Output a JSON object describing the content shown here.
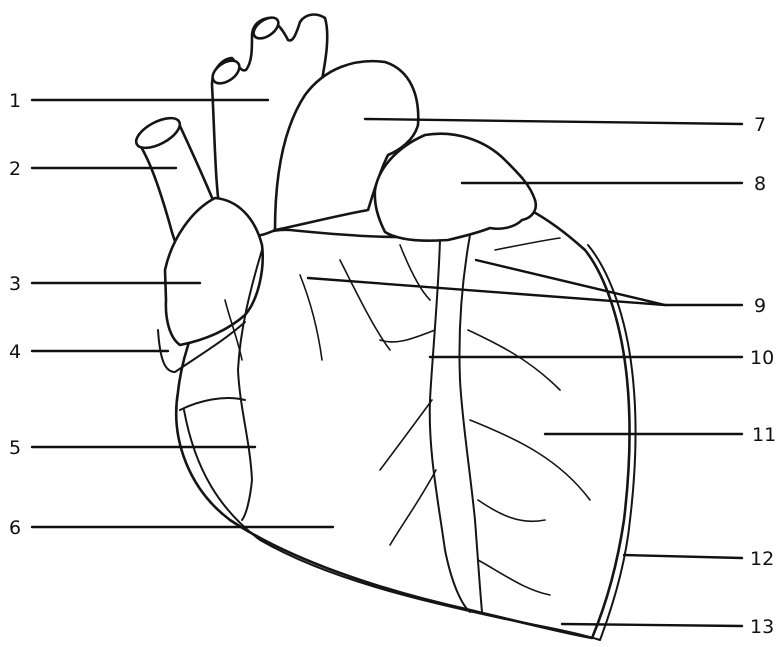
{
  "labels": [
    {
      "text": "1"
    },
    {
      "text": "2"
    },
    {
      "text": "3"
    },
    {
      "text": "4"
    },
    {
      "text": "5"
    },
    {
      "text": "6"
    },
    {
      "text": "7"
    },
    {
      "text": "8"
    },
    {
      "text": "9"
    },
    {
      "text": "10"
    },
    {
      "text": "11"
    },
    {
      "text": "12"
    },
    {
      "text": "13"
    }
  ]
}
